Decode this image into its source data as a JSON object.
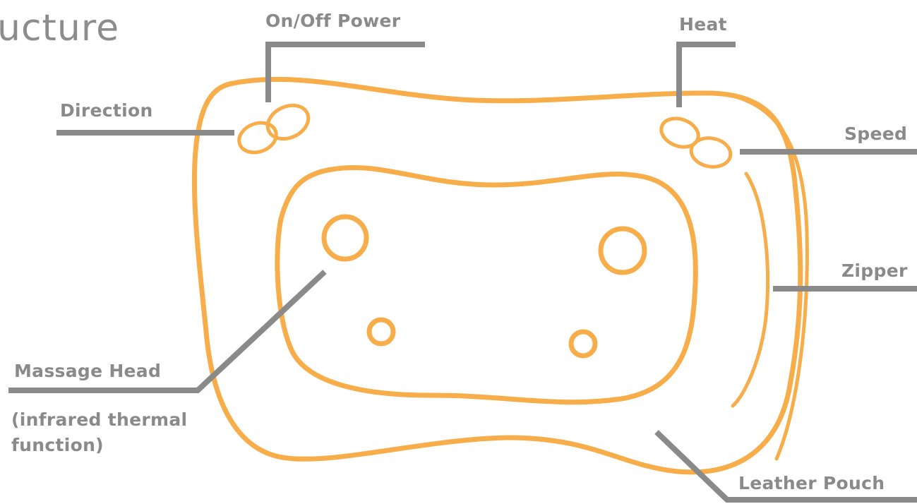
{
  "title": "ucture",
  "labels": {
    "power": "On/Off Power",
    "heat": "Heat",
    "direction": "Direction",
    "speed": "Speed",
    "zipper": "Zipper",
    "massage_head": "Massage Head",
    "massage_head_note_line1": "(infrared thermal",
    "massage_head_note_line2": "function)",
    "leather_pouch": "Leather Pouch"
  },
  "colors": {
    "outline": "#f6ad4a",
    "label": "#8a8a8a"
  }
}
